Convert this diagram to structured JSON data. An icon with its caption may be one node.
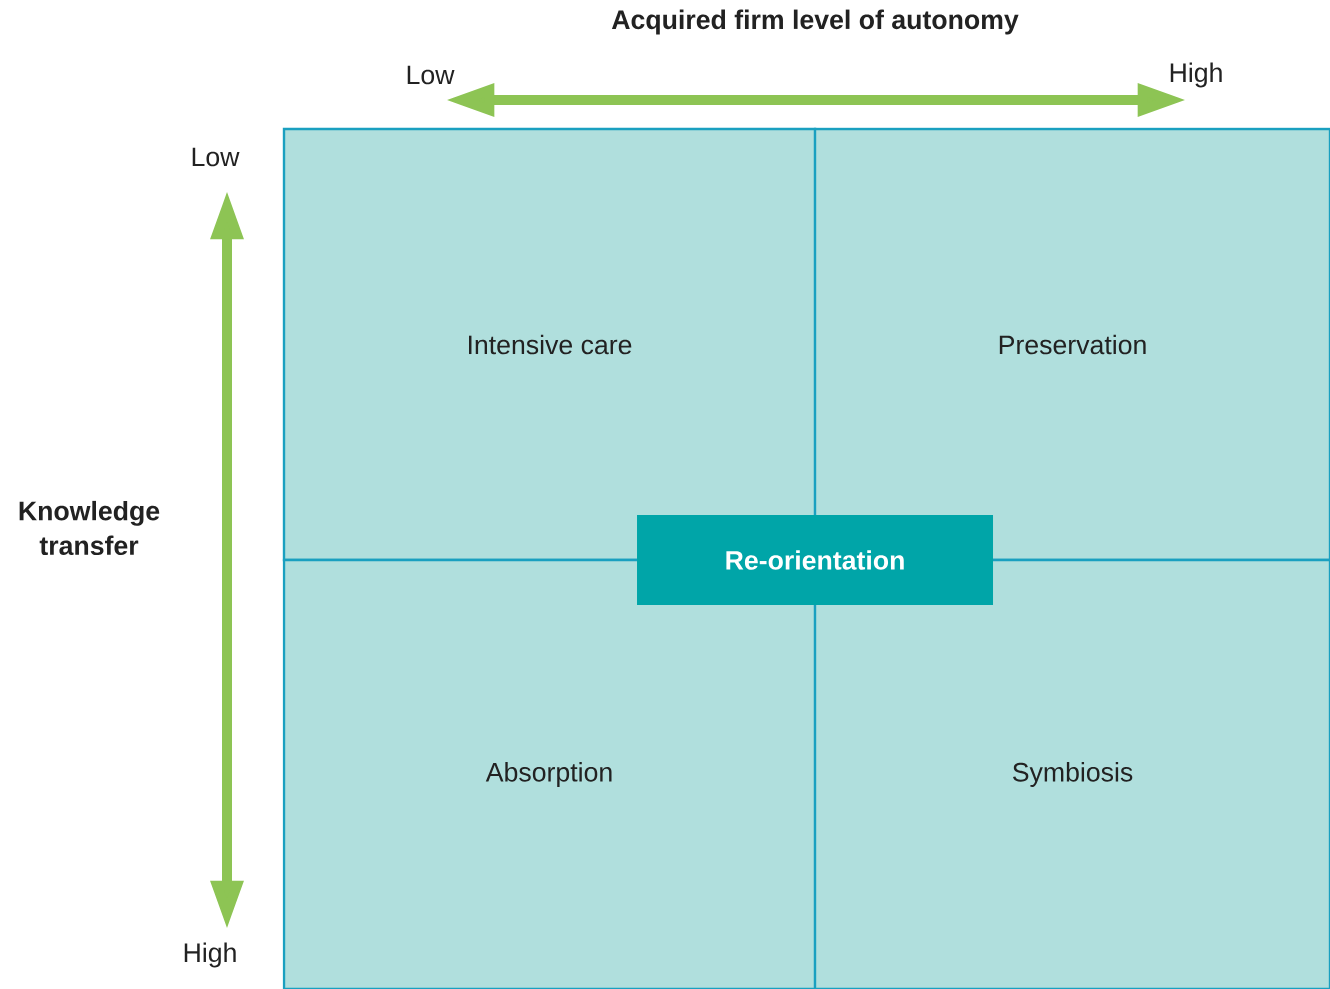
{
  "diagram": {
    "nodes": [
      {
        "text": [
          "Intensive care"
        ]
      },
      {
        "text": [
          "Preservation"
        ]
      },
      {
        "text": [
          "Absorption"
        ]
      },
      {
        "text": [
          "Symbiosis"
        ]
      },
      {
        "text": [
          "Re-orientation"
        ]
      }
    ],
    "labels": [
      "Acquired firm level of autonomy",
      "Low",
      "High",
      "Low",
      "Knowledge transfer",
      "High"
    ]
  }
}
